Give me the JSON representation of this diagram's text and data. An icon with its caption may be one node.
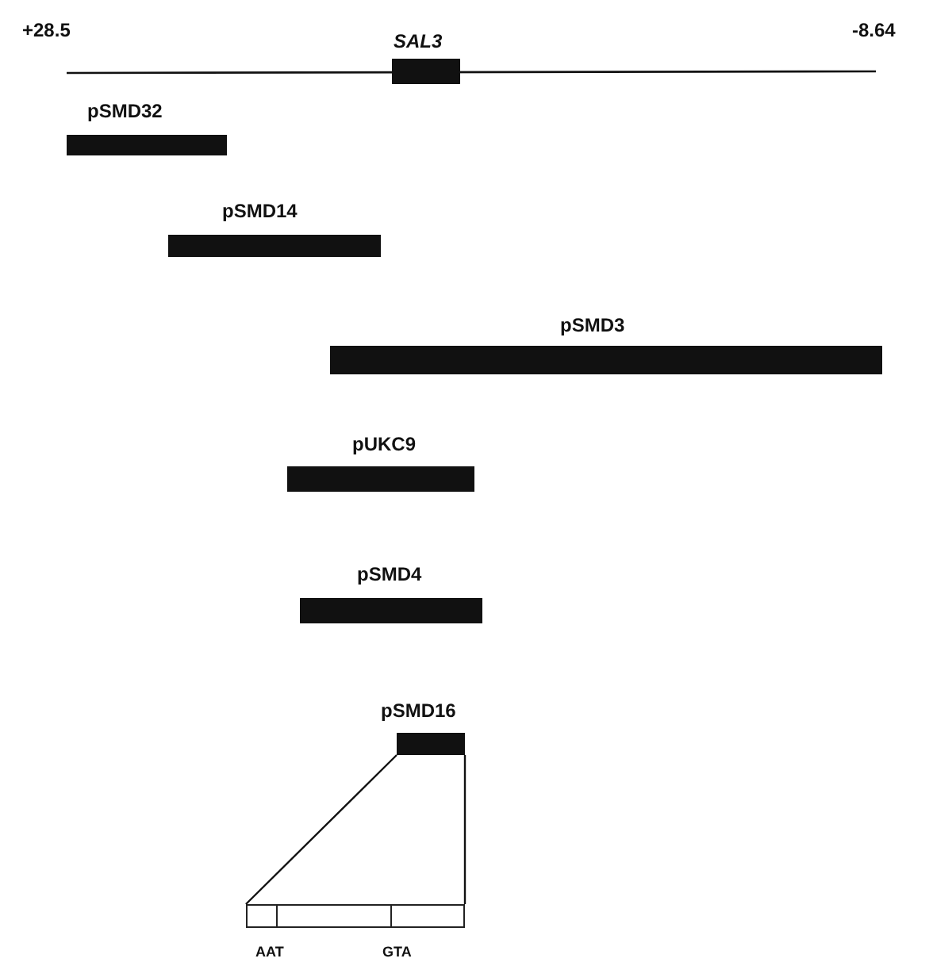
{
  "diagram": {
    "nodes": [
      {
        "text": [
          "SAL3"
        ]
      },
      {
        "text": [
          "pSMD32"
        ]
      },
      {
        "text": [
          "pSMD14"
        ]
      },
      {
        "text": [
          "pSMD3"
        ]
      },
      {
        "text": [
          "pUKC9"
        ]
      },
      {
        "text": [
          "pSMD4"
        ]
      },
      {
        "text": [
          "pSMD16"
        ]
      },
      {
        "text": [],
        "shape": "box"
      }
    ],
    "edges": [
      {
        "from": 6,
        "to": 7,
        "arrow": "none"
      },
      {
        "from": 6,
        "to": 7,
        "arrow": "none"
      }
    ],
    "labels": [
      "+28.5",
      "-8.64",
      "AAT",
      "GTA"
    ]
  }
}
